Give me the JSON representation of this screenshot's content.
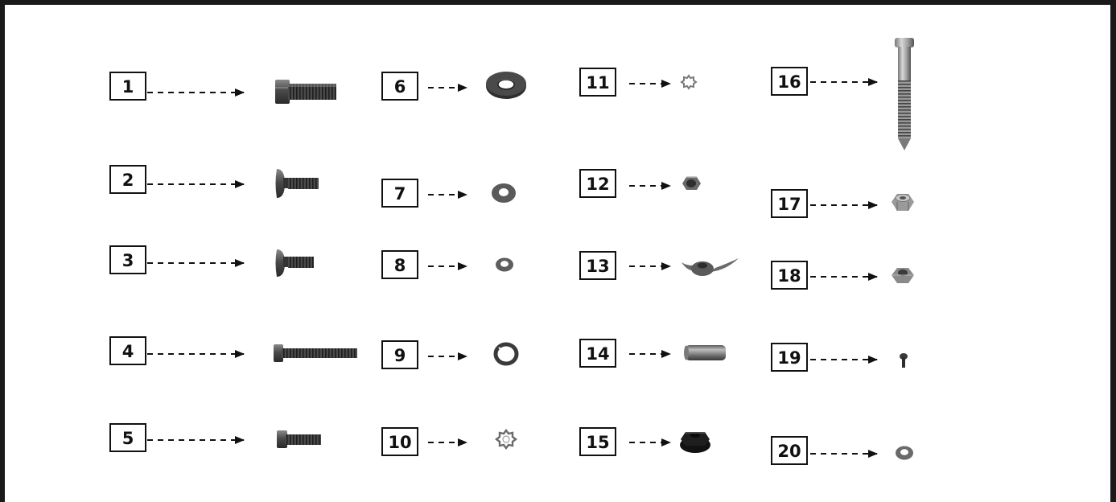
{
  "parts": [
    {
      "number": "1",
      "icon": "hex-bolt-icon"
    },
    {
      "number": "2",
      "icon": "carriage-bolt-icon"
    },
    {
      "number": "3",
      "icon": "carriage-bolt-short-icon"
    },
    {
      "number": "4",
      "icon": "long-hex-bolt-icon"
    },
    {
      "number": "5",
      "icon": "hex-bolt-small-icon"
    },
    {
      "number": "6",
      "icon": "large-flat-washer-icon"
    },
    {
      "number": "7",
      "icon": "flat-washer-icon"
    },
    {
      "number": "8",
      "icon": "small-flat-washer-icon"
    },
    {
      "number": "9",
      "icon": "split-lock-washer-icon"
    },
    {
      "number": "10",
      "icon": "star-lock-washer-icon"
    },
    {
      "number": "11",
      "icon": "small-star-washer-icon"
    },
    {
      "number": "12",
      "icon": "small-hex-nut-icon"
    },
    {
      "number": "13",
      "icon": "wing-nut-icon"
    },
    {
      "number": "14",
      "icon": "spacer-sleeve-icon"
    },
    {
      "number": "15",
      "icon": "flange-nut-icon"
    },
    {
      "number": "16",
      "icon": "lag-screw-icon"
    },
    {
      "number": "17",
      "icon": "nylon-lock-nut-icon"
    },
    {
      "number": "18",
      "icon": "hex-nut-icon"
    },
    {
      "number": "19",
      "icon": "small-screw-icon"
    },
    {
      "number": "20",
      "icon": "small-washer-icon"
    }
  ],
  "colors": {
    "frame": "#1a1a1a",
    "metal_dark": "#3a3a3a",
    "metal_mid": "#707070",
    "metal_light": "#b5b5b5"
  }
}
